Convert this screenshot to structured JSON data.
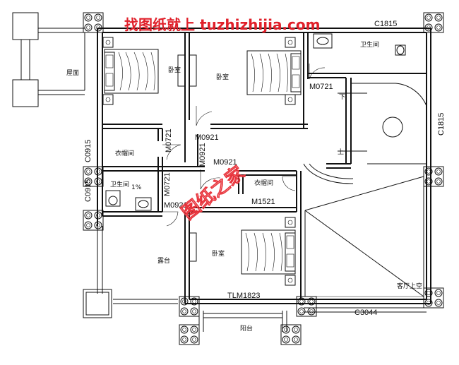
{
  "watermark": {
    "top_text": "找图纸就上 tuzhizhijia.com",
    "diagonal_text": "图纸之家",
    "color": "#e0202a"
  },
  "rooms": {
    "bedroom_top_left": "卧室",
    "bedroom_top_mid": "卧室",
    "bathroom_top_right": "卫生间",
    "roof": "屋面",
    "closet_left": "衣帽间",
    "bathroom_left": "卫生间",
    "closet_mid": "衣帽间",
    "terrace": "露台",
    "bedroom_bottom": "卧室",
    "living_void": "客厅上空",
    "balcony": "阳台"
  },
  "codes": {
    "c1815_top_right": "C1815",
    "c1815_right": "C1815",
    "c0915_upper": "C0915",
    "c0915_lower": "C0915",
    "m0721_right": "M0721",
    "m0721_vertical": "M0721",
    "m0921_a": "M0921",
    "m0921_vertical": "M0921",
    "m0921_b": "M0921",
    "m0721_vertical_lower": "M0721",
    "m0921_c": "M0921",
    "m1521": "M1521",
    "tlm1823": "TLM1823",
    "c3044": "C3044",
    "slope": "1%",
    "stair_down": "下",
    "stair_up": "上"
  }
}
